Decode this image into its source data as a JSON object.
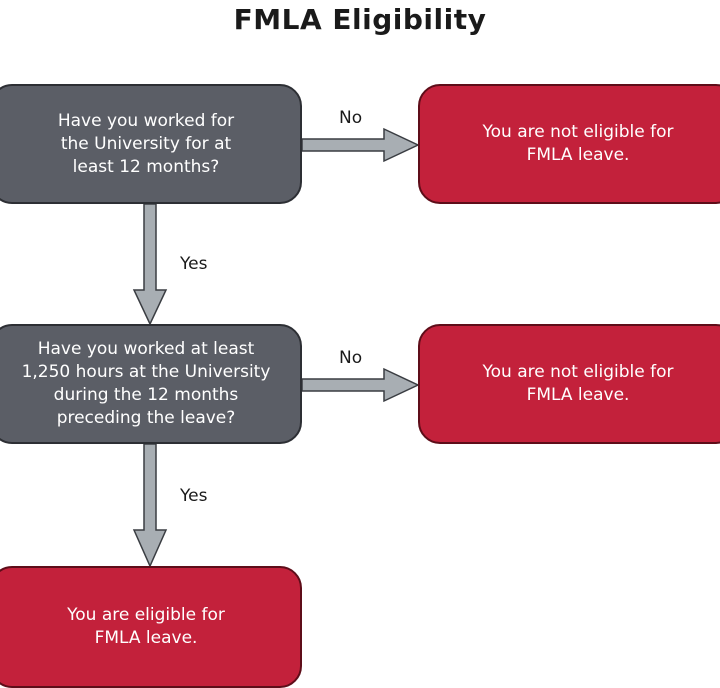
{
  "title": "FMLA Eligibility",
  "nodes": {
    "q1": "Have you worked for\nthe University for at\nleast 12 months?",
    "n1": "You are not eligible for\nFMLA leave.",
    "q2": "Have you worked at least\n1,250 hours at the University\nduring the 12 months\npreceding the leave?",
    "n2": "You are not eligible for\nFMLA leave.",
    "e1": "You are eligible for\nFMLA leave."
  },
  "edges": {
    "q1_no": "No",
    "q1_yes": "Yes",
    "q2_no": "No",
    "q2_yes": "Yes"
  },
  "colors": {
    "question_fill": "#5b5e66",
    "result_fill": "#c3213b",
    "arrow_fill": "#a8aeb3"
  }
}
